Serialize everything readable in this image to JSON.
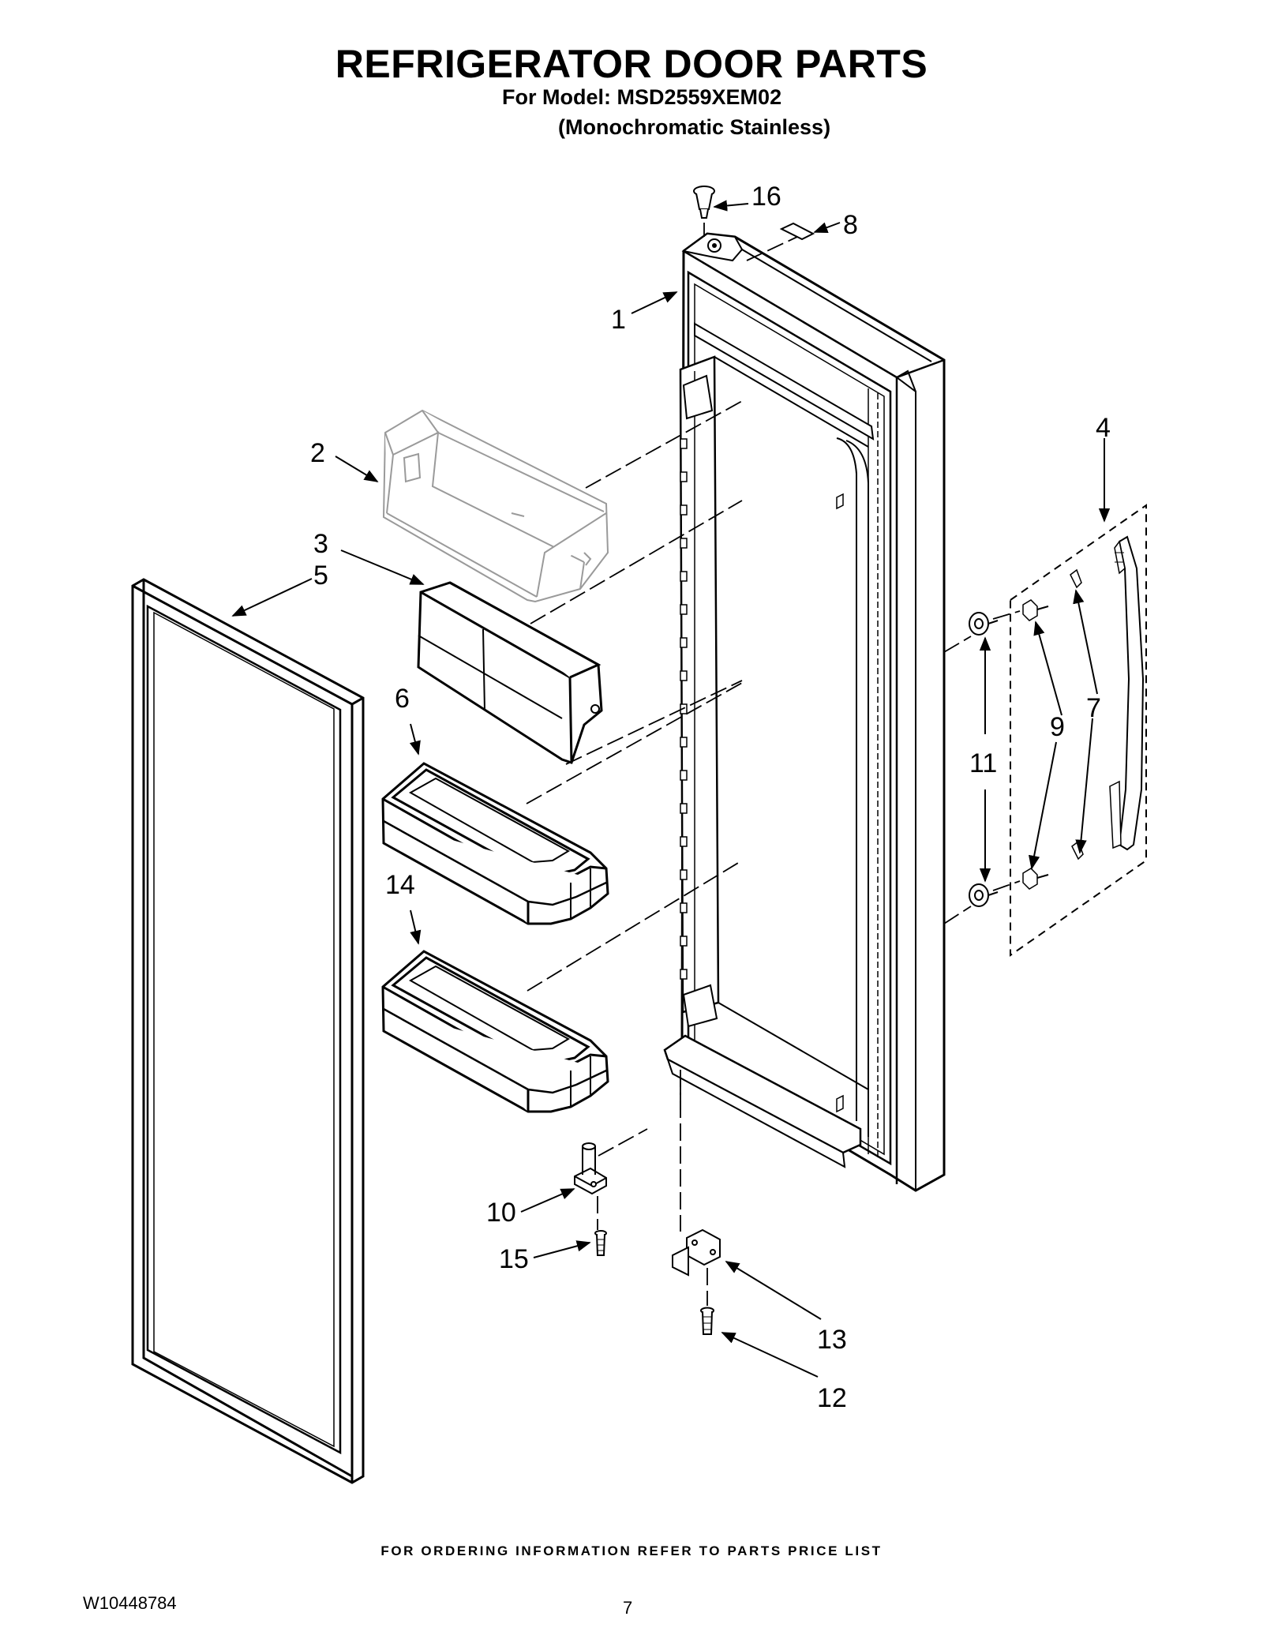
{
  "header": {
    "title": "REFRIGERATOR DOOR PARTS",
    "model_line": "For Model: MSD2559XEM02",
    "finish_line": "(Monochromatic Stainless)"
  },
  "callouts": {
    "c1": "1",
    "c2": "2",
    "c3": "3",
    "c4": "4",
    "c5": "5",
    "c6": "6",
    "c7": "7",
    "c8": "8",
    "c9": "9",
    "c10": "10",
    "c11": "11",
    "c12": "12",
    "c13": "13",
    "c14": "14",
    "c15": "15",
    "c16": "16"
  },
  "footer": {
    "ordering_note": "FOR ORDERING INFORMATION REFER TO PARTS PRICE LIST",
    "document_number": "W10448784",
    "page_number": "7"
  }
}
